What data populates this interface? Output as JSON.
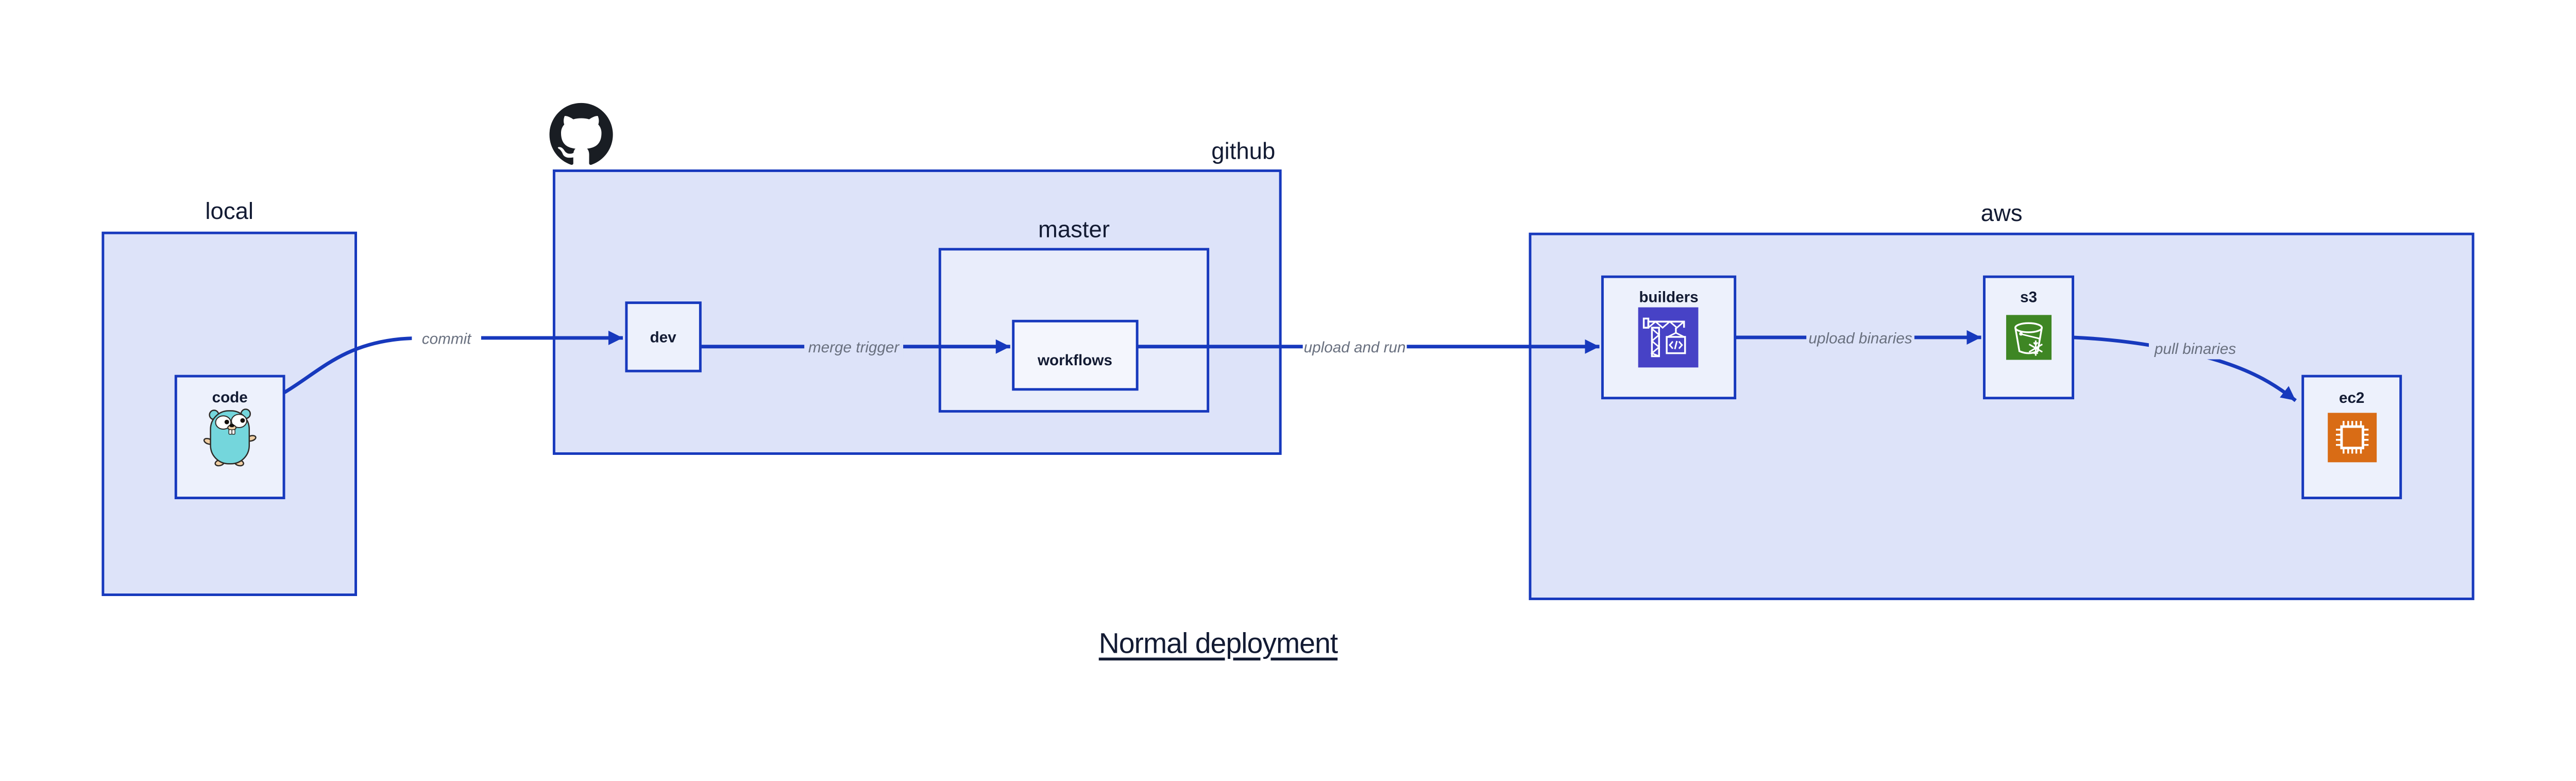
{
  "diagram_title": "Normal deployment",
  "colors": {
    "page_bg": "#ffffff",
    "edge_blue": "#1739bd",
    "container_fill": "#dde3f9",
    "master_fill": "#e9edfb",
    "node_fill": "#edf1fc",
    "workflows_fill": "#f4f6fd",
    "label_navy": "#131b33",
    "edge_label_gray": "#69707f",
    "octocat_black": "#191d23",
    "codebuild_indigo": "#4742c6",
    "s3_green": "#3e8624",
    "ec2_orange": "#d96c15",
    "gopher_teal": "#74d6dc",
    "gopher_tan": "#f0cfa4"
  },
  "containers": {
    "local": {
      "label": "local"
    },
    "github": {
      "label": "github"
    },
    "master": {
      "label": "master"
    },
    "aws": {
      "label": "aws"
    }
  },
  "nodes": {
    "code": {
      "label": "code",
      "icon": "go-gopher-icon"
    },
    "dev": {
      "label": "dev"
    },
    "workflows": {
      "label": "workflows"
    },
    "builders": {
      "label": "builders",
      "icon": "aws-codebuild-icon"
    },
    "s3": {
      "label": "s3",
      "icon": "aws-s3-glacier-icon"
    },
    "ec2": {
      "label": "ec2",
      "icon": "aws-ec2-icon"
    }
  },
  "edges": {
    "commit": {
      "label": "commit"
    },
    "merge_trigger": {
      "label": "merge trigger"
    },
    "upload_and_run": {
      "label": "upload and run"
    },
    "upload_binaries": {
      "label": "upload binaries"
    },
    "pull_binaries": {
      "label": "pull binaries"
    }
  },
  "logos": {
    "github": "github-octocat-icon"
  }
}
